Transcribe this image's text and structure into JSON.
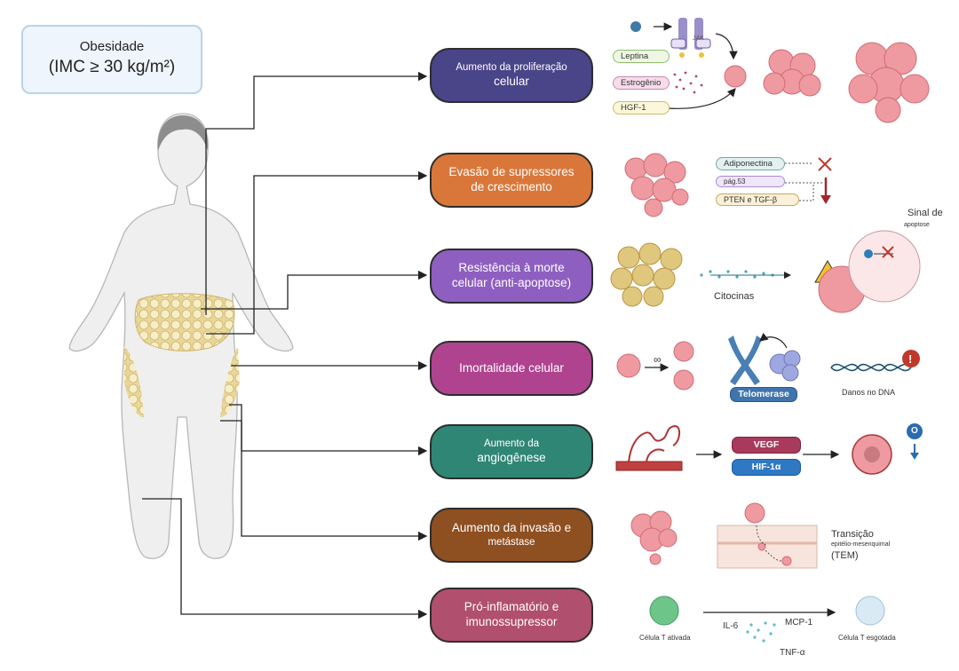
{
  "title": {
    "line1": "Obesidade",
    "line2": "(IMC ≥ 30 kg/m²)"
  },
  "colors": {
    "proliferacao": "#4a4488",
    "evasao": "#d9773a",
    "resistencia": "#8e5fc0",
    "imortalidade": "#b0438f",
    "angiogenese": "#2f8675",
    "invasao": "#8e4f21",
    "inflamatorio": "#b14f6e",
    "tumor": "#ee9aa0",
    "fat": "#f0e2b4"
  },
  "hallmarks": [
    {
      "line1": "Aumento da proliferação",
      "line2": "celular"
    },
    {
      "line1": "Evasão de supressores",
      "line2": "de crescimento"
    },
    {
      "line1": "Resistência à morte",
      "line2": "celular (anti-apoptose)"
    },
    {
      "line1": "Imortalidade celular",
      "line2": ""
    },
    {
      "line1": "Aumento da",
      "line2": "angiogênese"
    },
    {
      "line1": "Aumento da invasão e",
      "line2": "metástase"
    },
    {
      "line1": "Pró-inflamatório e",
      "line2": "imunossupressor"
    }
  ],
  "labels": {
    "leptina": "Leptina",
    "estrogenio": "Estrogênio",
    "hgf": "HGF-1",
    "jak": "JAK",
    "adiponectina": "Adiponectina",
    "p53": "pág.53",
    "pten": "PTEN e TGF-β",
    "sinal_de": "Sinal de",
    "apoptose": "apoptose",
    "citocinas": "Citocinas",
    "infinito": "∞",
    "telomerase": "Telomerase",
    "danos_dna": "Danos no DNA",
    "vegf": "VEGF",
    "hif": "HIF-1α",
    "o2": "O",
    "transicao": "Transição",
    "epitelio": "epitélio-mesenquimal",
    "tem": "(TEM)",
    "celula_ativada": "Célula T ativada",
    "celula_esgotada": "Célula T esgotada",
    "il6": "IL-6",
    "mcp1": "MCP-1",
    "tnfa": "TNF-α"
  }
}
